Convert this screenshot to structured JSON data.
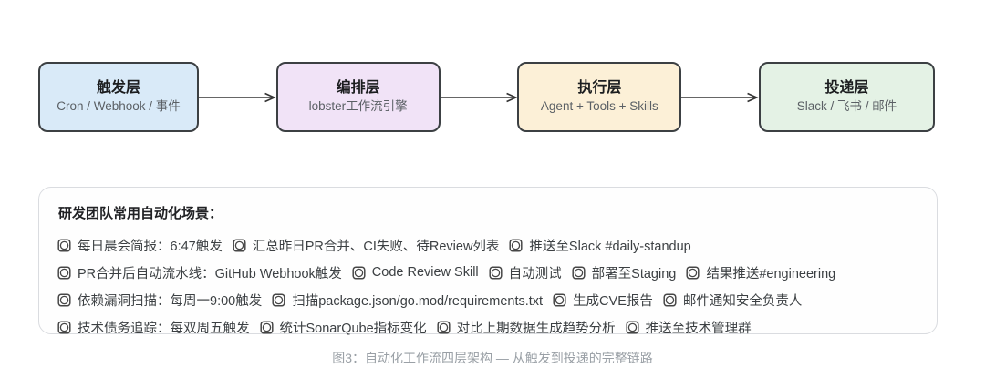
{
  "layers": [
    {
      "title": "触发层",
      "subtitle": "Cron / Webhook / 事件",
      "fill": "#d9eaf8"
    },
    {
      "title": "编排层",
      "subtitle": "lobster工作流引擎",
      "fill": "#f1e3f7"
    },
    {
      "title": "执行层",
      "subtitle": "Agent + Tools + Skills",
      "fill": "#fcf0d7"
    },
    {
      "title": "投递层",
      "subtitle": "Slack / 飞书 / 邮件",
      "fill": "#e4f2e5"
    }
  ],
  "arrow_color": "#333333",
  "bullet_icon_color": "#474747",
  "panel": {
    "heading": "研发团队常用自动化场景：",
    "rows": [
      {
        "segments": [
          "每日晨会简报：6:47触发",
          "汇总昨日PR合并、CI失败、待Review列表",
          "推送至Slack #daily-standup"
        ]
      },
      {
        "segments": [
          "PR合并后自动流水线：GitHub Webhook触发",
          "Code Review Skill",
          "自动测试",
          "部署至Staging",
          "结果推送#engineering"
        ]
      },
      {
        "segments": [
          "依赖漏洞扫描：每周一9:00触发",
          "扫描package.json/go.mod/requirements.txt",
          "生成CVE报告",
          "邮件通知安全负责人"
        ]
      },
      {
        "segments": [
          "技术债务追踪：每双周五触发",
          "统计SonarQube指标变化",
          "对比上期数据生成趋势分析",
          "推送至技术管理群"
        ]
      }
    ]
  },
  "caption": "图3：自动化工作流四层架构 — 从触发到投递的完整链路"
}
